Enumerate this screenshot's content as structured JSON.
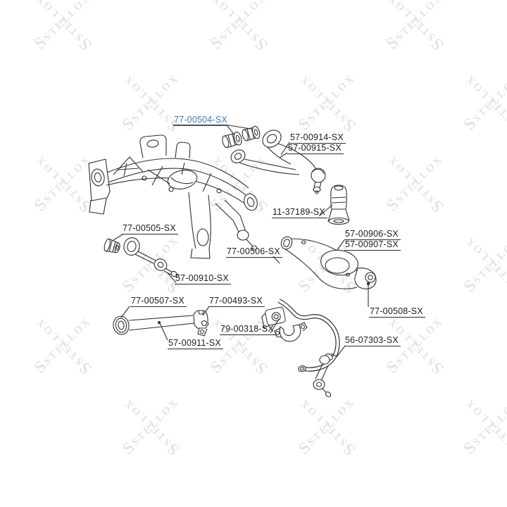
{
  "page": {
    "background": "#ffffff"
  },
  "watermark": {
    "logo_glyph": "S",
    "text": "STELLOX",
    "color": "#e4e4e4",
    "rows": [
      30,
      145,
      260,
      375,
      490,
      605
    ],
    "cols_even": [
      90,
      340,
      590
    ],
    "cols_odd": [
      215,
      465,
      700
    ],
    "angles": [
      -45,
      -135
    ]
  },
  "diagram": {
    "accent_color": "#4577bd",
    "line_color": "#2f2f2f",
    "highlighted_part": "77-00504-SX",
    "labels": [
      {
        "id": "l504",
        "text": "77-00504-SX",
        "highlighted": true
      },
      {
        "id": "l914",
        "text": "57-00914-SX",
        "highlighted": false
      },
      {
        "id": "l915",
        "text": "57-00915-SX",
        "highlighted": false
      },
      {
        "id": "l37189",
        "text": "11-37189-SX",
        "highlighted": false
      },
      {
        "id": "l505",
        "text": "77-00505-SX",
        "highlighted": false
      },
      {
        "id": "l906",
        "text": "57-00906-SX",
        "highlighted": false
      },
      {
        "id": "l907",
        "text": "57-00907-SX",
        "highlighted": false
      },
      {
        "id": "l506",
        "text": "77-00506-SX",
        "highlighted": false
      },
      {
        "id": "l910",
        "text": "57-00910-SX",
        "highlighted": false
      },
      {
        "id": "l507",
        "text": "77-00507-SX",
        "highlighted": false
      },
      {
        "id": "l493",
        "text": "77-00493-SX",
        "highlighted": false
      },
      {
        "id": "l318",
        "text": "79-00318-SX",
        "highlighted": false
      },
      {
        "id": "l508",
        "text": "77-00508-SX",
        "highlighted": false
      },
      {
        "id": "l911",
        "text": "57-00911-SX",
        "highlighted": false
      },
      {
        "id": "l7303",
        "text": "56-07303-SX",
        "highlighted": false
      }
    ]
  }
}
